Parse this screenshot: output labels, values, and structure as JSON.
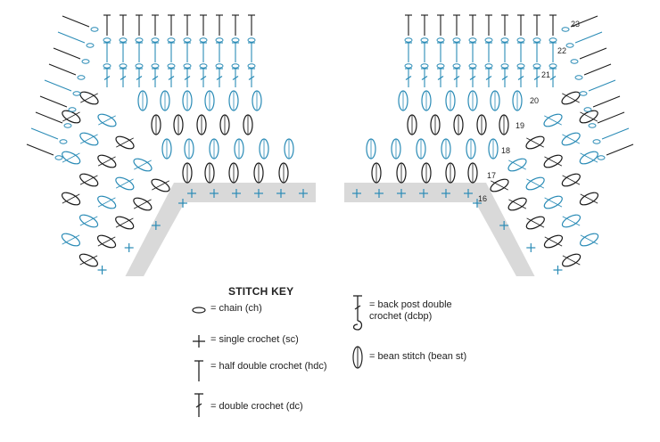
{
  "row_numbers": [
    "16",
    "17",
    "18",
    "19",
    "20",
    "21",
    "22",
    "23"
  ],
  "key": {
    "title": "STITCH KEY",
    "items": [
      {
        "icon": "chain-icon",
        "label": "= chain (ch)"
      },
      {
        "icon": "single-crochet-icon",
        "label": "= single crochet (sc)"
      },
      {
        "icon": "half-double-crochet-icon",
        "label": "= half double crochet (hdc)"
      },
      {
        "icon": "double-crochet-icon",
        "label": "= double crochet (dc)"
      },
      {
        "icon": "back-post-double-crochet-icon",
        "label": "= back post double crochet (dcbp)"
      },
      {
        "icon": "bean-stitch-icon",
        "label": "= bean stitch (bean st)"
      }
    ]
  },
  "colors": {
    "blue": "#2a8bb6",
    "black": "#1a1a1a",
    "band": "#d8d8d8"
  }
}
